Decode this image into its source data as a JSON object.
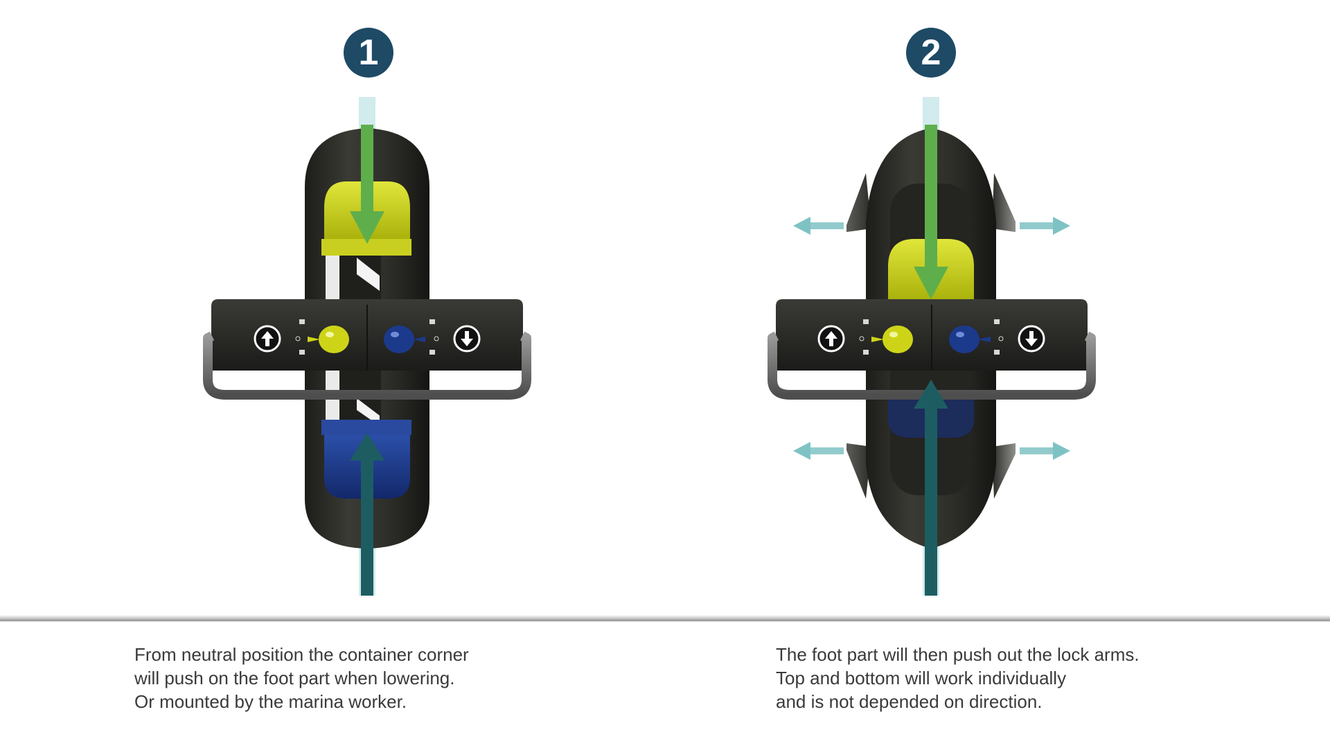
{
  "steps": [
    {
      "number": "1",
      "caption_lines": [
        "From neutral position the container corner",
        "will push on the foot part when lowering.",
        "Or mounted by the marina worker."
      ]
    },
    {
      "number": "2",
      "caption_lines": [
        "The foot part will then push out the lock arms.",
        "Top and bottom will work individually",
        "and is not depended on direction."
      ]
    }
  ],
  "colors": {
    "badge": "#1e4a66",
    "body_dark": "#2b2b26",
    "handle_gray": "#6e6e6e",
    "yellow_part": "#cdd418",
    "blue_part": "#1c3a8c",
    "arrow_green": "#5fae4c",
    "arrow_teal": "#1d5d62",
    "guide_cyan": "#bfe3e6",
    "push_arrow": "#7fc2c4"
  },
  "icons": [
    "up-arrow-circle-icon",
    "down-arrow-circle-icon",
    "lock-icon"
  ]
}
